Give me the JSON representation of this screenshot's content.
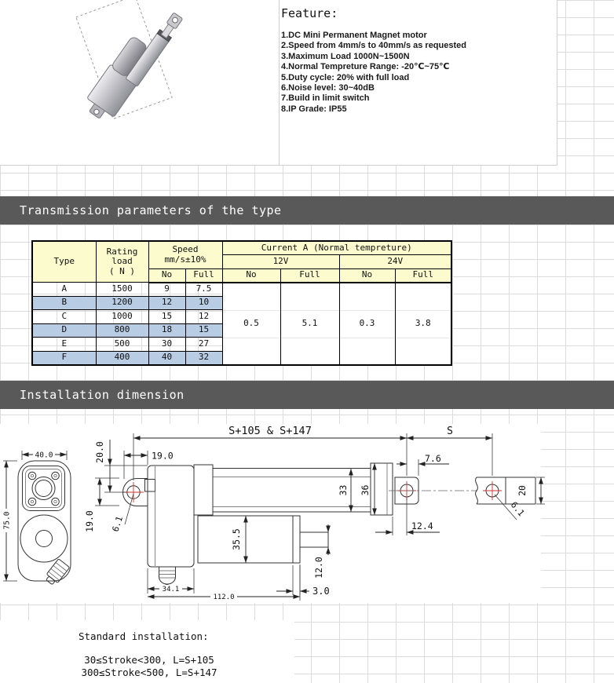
{
  "feature": {
    "title": "Feature:",
    "items": [
      "1.DC Mini Permanent Magnet motor",
      "2.Speed from 4mm/s to 40mm/s as requested",
      "3.Maximum Load 1000N~1500N",
      "4.Normal Tempreture Range: -20℃~75℃",
      "5.Duty cycle: 20% with full load",
      "6.Noise level: 30~40dB",
      "7.Build in limit switch",
      "8.IP Grade: IP55"
    ]
  },
  "sections": {
    "transmission": "Transmission parameters of the type",
    "installation": "Installation dimension"
  },
  "table": {
    "headers": {
      "type": "Type",
      "rating_load_1": "Rating load",
      "rating_load_2": "( N )",
      "speed_1": "Speed",
      "speed_2": "mm/s±10%",
      "current": "Current A (Normal tempreture)",
      "v12": "12V",
      "v24": "24V",
      "no": "No",
      "full": "Full"
    },
    "rows": [
      {
        "type": "A",
        "load": "1500",
        "no": "9",
        "full": "7.5"
      },
      {
        "type": "B",
        "load": "1200",
        "no": "12",
        "full": "10"
      },
      {
        "type": "C",
        "load": "1000",
        "no": "15",
        "full": "12"
      },
      {
        "type": "D",
        "load": "800",
        "no": "18",
        "full": "15"
      },
      {
        "type": "E",
        "load": "500",
        "no": "30",
        "full": "27"
      },
      {
        "type": "F",
        "load": "400",
        "no": "40",
        "full": "32"
      }
    ],
    "current_values": {
      "v12_no": "0.5",
      "v12_full": "5.1",
      "v24_no": "0.3",
      "v24_full": "3.8"
    },
    "colors": {
      "header_bg": "#fbfbce",
      "row_highlight": "#b8cce4",
      "bar_bg": "#595959"
    }
  },
  "drawing": {
    "dims": {
      "end_width": "40.0",
      "end_height": "75.0",
      "d20_0": "20.0",
      "d19_h": "19.0",
      "d19_v": "19.0",
      "d6_1_left": "6.1",
      "overall": "S+105 & S+147",
      "stroke_s": "S",
      "d7_6": "7.6",
      "d33": "33",
      "d36": "36",
      "d35_5": "35.5",
      "d12_0": "12.0",
      "d3_0": "3.0",
      "d34_1": "34.1",
      "d112_0": "112.0",
      "d12_4": "12.4",
      "d20_rod": "20",
      "d6_1_right": "6.1"
    }
  },
  "footer": {
    "title": "Standard installation:",
    "lines": [
      "30≤Stroke<300, L=S+105",
      "300≤Stroke<500, L=S+147"
    ]
  }
}
